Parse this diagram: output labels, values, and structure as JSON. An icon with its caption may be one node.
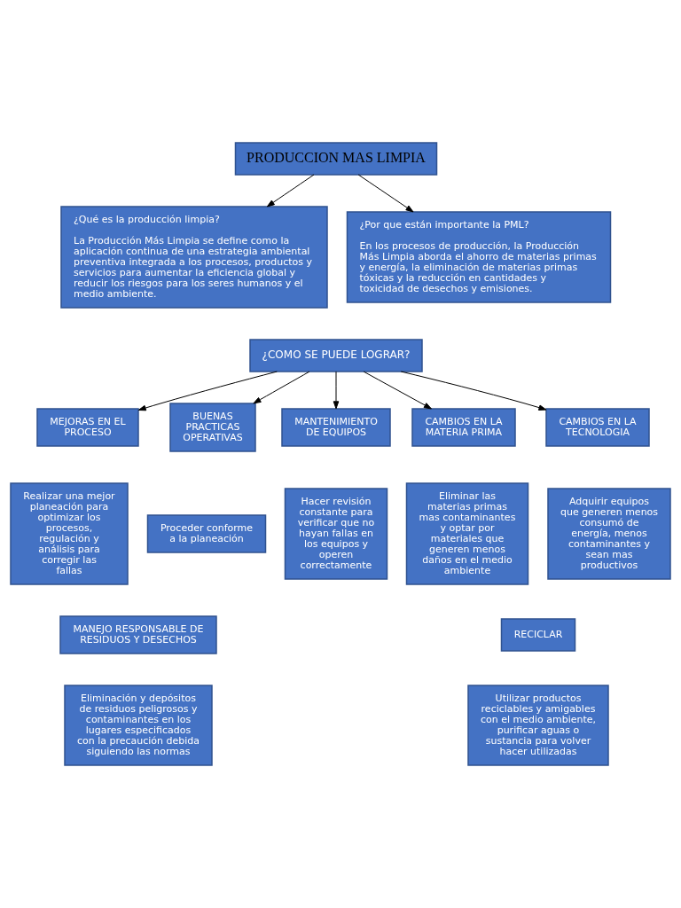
{
  "diagram": {
    "nodes": [
      {
        "text": [
          "PRODUCCION MAS LIMPIA"
        ]
      },
      {
        "text": [
          "¿Qué es la producción limpia?",
          "La Producción Más Limpia se define como la aplicación continua de una estrategia ambiental preventiva integrada a los procesos, productos y servicios para aumentar la eficiencia global y reducir los riesgos para los seres humanos y el medio ambiente."
        ]
      },
      {
        "text": [
          "¿Por que están importante la PML?",
          "En los procesos de producción, la Producción Más Limpia aborda el ahorro de materias primas y energía, la eliminación de materias primas tóxicas y la reducción en cantidades y toxicidad de desechos y emisiones."
        ]
      },
      {
        "text": [
          "¿COMO SE PUEDE LOGRAR?"
        ]
      },
      {
        "text": [
          "MEJORAS EN EL PROCESO"
        ]
      },
      {
        "text": [
          "BUENAS PRACTICAS OPERATIVAS"
        ]
      },
      {
        "text": [
          "MANTENIMIENTO DE EQUIPOS"
        ]
      },
      {
        "text": [
          "CAMBIOS EN LA MATERIA PRIMA"
        ]
      },
      {
        "text": [
          "CAMBIOS EN LA TECNOLOGIA"
        ]
      },
      {
        "text": [
          "Realizar una mejor planeación para optimizar los procesos, regulación y análisis para corregir las fallas"
        ]
      },
      {
        "text": [
          "Proceder conforme a la planeación"
        ]
      },
      {
        "text": [
          "Hacer revisión constante para verificar que no hayan fallas en los equipos y operen correctamente"
        ]
      },
      {
        "text": [
          "Eliminar las materias primas mas contaminantes y optar por materiales que generen menos daños en el medio ambiente"
        ]
      },
      {
        "text": [
          "Adquirir equipos que generen menos consumó de energía, menos contaminantes y sean mas productivos"
        ]
      },
      {
        "text": [
          "MANEJO RESPONSABLE DE RESIDUOS Y DESECHOS"
        ]
      },
      {
        "text": [
          "Eliminación y depósitos de residuos peligrosos y contaminantes en los lugares especificados con la precaución debida siguiendo las normas"
        ]
      },
      {
        "text": [
          "RECICLAR"
        ]
      },
      {
        "text": [
          "Utilizar productos reciclables y amigables con el medio ambiente, purificar aguas o sustancia para volver hacer utilizadas"
        ]
      }
    ],
    "edges": [
      {
        "from": 0,
        "to": 1,
        "arrow": "to"
      },
      {
        "from": 0,
        "to": 2,
        "arrow": "to"
      },
      {
        "from": 3,
        "to": 4,
        "arrow": "to"
      },
      {
        "from": 3,
        "to": 5,
        "arrow": "to"
      },
      {
        "from": 3,
        "to": 6,
        "arrow": "to"
      },
      {
        "from": 3,
        "to": 7,
        "arrow": "to"
      },
      {
        "from": 3,
        "to": 8,
        "arrow": "to"
      }
    ]
  }
}
